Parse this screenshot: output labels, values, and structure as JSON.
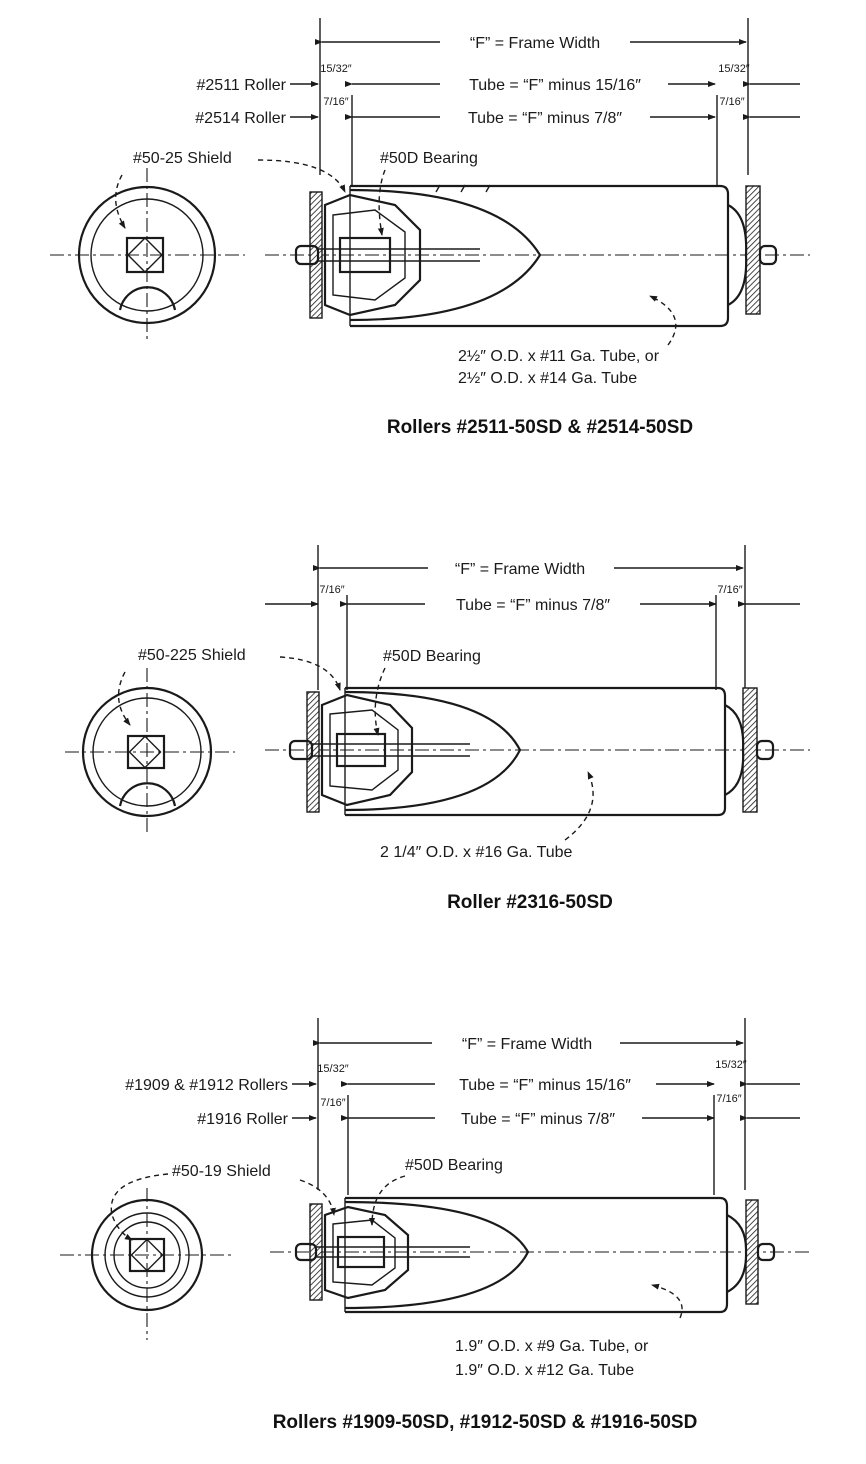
{
  "diagram1": {
    "frame_width": "“F” = Frame Width",
    "roller_a": "#2511 Roller",
    "roller_b": "#2514 Roller",
    "tube_a": "Tube = “F” minus 15/16″",
    "tube_b": "Tube = “F” minus 7/8″",
    "dim_a": "15/32″",
    "dim_b": "7/16″",
    "shield": "#50-25 Shield",
    "bearing": "#50D Bearing",
    "tube_spec_1": "2½″ O.D. x #11 Ga. Tube, or",
    "tube_spec_2": "2½″ O.D. x #14 Ga. Tube",
    "title": "Rollers #2511-50SD & #2514-50SD"
  },
  "diagram2": {
    "frame_width": "“F” = Frame Width",
    "tube_a": "Tube = “F” minus 7/8″",
    "dim_a": "7/16″",
    "shield": "#50-225 Shield",
    "bearing": "#50D Bearing",
    "tube_spec_1": "2 1/4″ O.D. x #16 Ga. Tube",
    "title": "Roller #2316-50SD"
  },
  "diagram3": {
    "frame_width": "“F” = Frame Width",
    "roller_a": "#1909 & #1912 Rollers",
    "roller_b": "#1916 Roller",
    "tube_a": "Tube = “F” minus 15/16″",
    "tube_b": "Tube = “F” minus 7/8″",
    "dim_a": "15/32″",
    "dim_b": "7/16″",
    "shield": "#50-19 Shield",
    "bearing": "#50D Bearing",
    "tube_spec_1": "1.9″ O.D. x #9 Ga. Tube, or",
    "tube_spec_2": "1.9″ O.D. x #12 Ga. Tube",
    "title": "Rollers #1909-50SD, #1912-50SD & #1916-50SD"
  }
}
